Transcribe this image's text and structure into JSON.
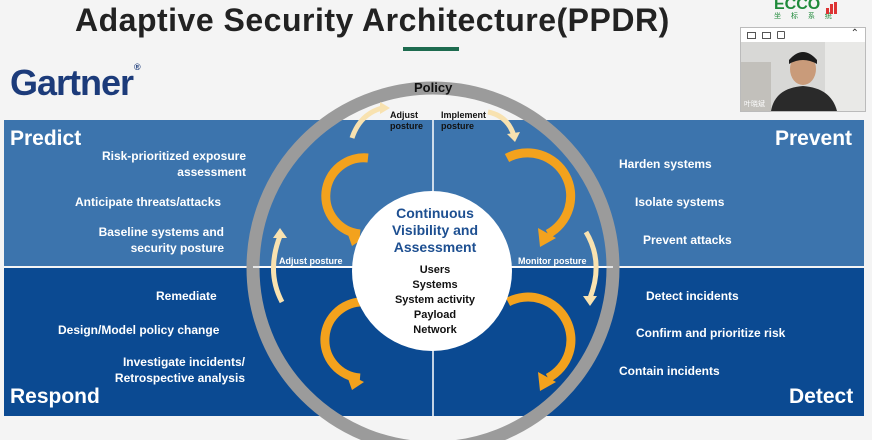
{
  "slide": {
    "title": "Adaptive Security Architecture(PPDR)",
    "brand": "Gartner",
    "brand_mark": "®"
  },
  "corner_logo": {
    "text": "ECCO",
    "subtext": "坐 标 系 统"
  },
  "webcam": {
    "participant_name": "叶晓斌"
  },
  "quadrants": {
    "predict": {
      "label": "Predict",
      "items": [
        "Risk-prioritized exposure assessment",
        "Anticipate threats/attacks",
        "Baseline systems and security posture"
      ]
    },
    "prevent": {
      "label": "Prevent",
      "items": [
        "Harden systems",
        "Isolate systems",
        "Prevent attacks"
      ]
    },
    "respond": {
      "label": "Respond",
      "items": [
        "Remediate",
        "Design/Model policy change",
        "Investigate incidents/ Retrospective analysis"
      ]
    },
    "detect": {
      "label": "Detect",
      "items": [
        "Detect incidents",
        "Confirm and prioritize risk",
        "Contain incidents"
      ]
    }
  },
  "cycle": {
    "policy": "Policy",
    "adjust_posture_top": "Adjust posture",
    "implement_posture": "Implement posture",
    "adjust_posture_left": "Adjust posture",
    "monitor_posture": "Monitor posture"
  },
  "center": {
    "title": "Continuous Visibility and Assessment",
    "items": [
      "Users",
      "Systems",
      "System activity",
      "Payload",
      "Network"
    ]
  },
  "colors": {
    "upper_panel": "#3c74ad",
    "lower_panel": "#0b4a92",
    "ring": "#9b9b9b",
    "arrow": "#f3a21d",
    "center_title": "#1d4f91"
  }
}
